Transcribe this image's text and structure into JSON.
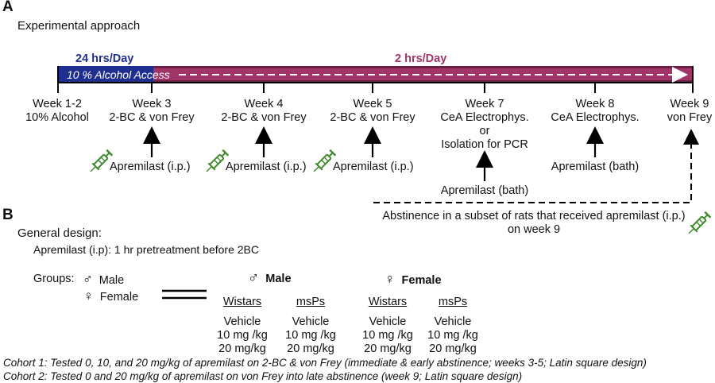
{
  "panel_a": {
    "label": "A",
    "title": "Experimental approach",
    "bar": {
      "left_label": "24 hrs/Day",
      "right_label": "2 hrs/Day",
      "inner_label": "10 % Alcohol Access",
      "colors": {
        "blue": "#1f2f8f",
        "magenta": "#a13568",
        "dark": "#6b1f44"
      }
    },
    "weeks": [
      {
        "title": "Week 1-2",
        "sub": [
          "10% Alcohol"
        ]
      },
      {
        "title": "Week 3",
        "sub": [
          "2-BC & von Frey"
        ]
      },
      {
        "title": "Week 4",
        "sub": [
          "2-BC & von Frey"
        ]
      },
      {
        "title": "Week 5",
        "sub": [
          "2-BC & von Frey"
        ]
      },
      {
        "title": "Week 7",
        "sub": [
          "CeA Electrophys.",
          "or",
          "Isolation for PCR"
        ]
      },
      {
        "title": "Week 8",
        "sub": [
          "CeA Electrophys."
        ]
      },
      {
        "title": "Week 9",
        "sub": [
          "von Frey"
        ]
      }
    ],
    "treatments": [
      "Apremilast (i.p.)",
      "Apremilast (i.p.)",
      "Apremilast (i.p.)",
      "Apremilast (bath)",
      "Apremilast (bath)"
    ],
    "abstinence": {
      "line1": "Abstinence in a subset of rats that received apremilast (i.p.)",
      "line2": "on week 9"
    },
    "syringe_color": "#3e8a2c"
  },
  "panel_b": {
    "label": "B",
    "title": "General design:",
    "pretreatment": "Apremilast (i.p): 1 hr pretreatment before 2BC",
    "groups_label": "Groups:",
    "male_symbol": "♂",
    "female_symbol": "♀",
    "male_legend": "Male",
    "female_legend": "Female",
    "male_header": "Male",
    "female_header": "Female",
    "columns": [
      {
        "head": "Wistars",
        "rows": [
          "Vehicle",
          "10 mg /kg",
          "20 mg/kg"
        ]
      },
      {
        "head": "msPs",
        "rows": [
          "Vehicle",
          "10 mg /kg",
          "20 mg/kg"
        ]
      },
      {
        "head": "Wistars",
        "rows": [
          "Vehicle",
          "10 mg /kg",
          "20 mg/kg"
        ]
      },
      {
        "head": "msPs",
        "rows": [
          "Vehicle",
          "10 mg /kg",
          "20 mg/kg"
        ]
      }
    ],
    "cohorts": [
      "Cohort 1: Tested 0, 10, and 20 mg/kg of apremilast on 2-BC & von Frey (immediate & early abstinence; weeks 3-5; Latin square design)",
      "Cohort 2: Tested 0 and 20 mg/kg of apremilast on von Frey into late abstinence (week 9; Latin square design)"
    ]
  }
}
